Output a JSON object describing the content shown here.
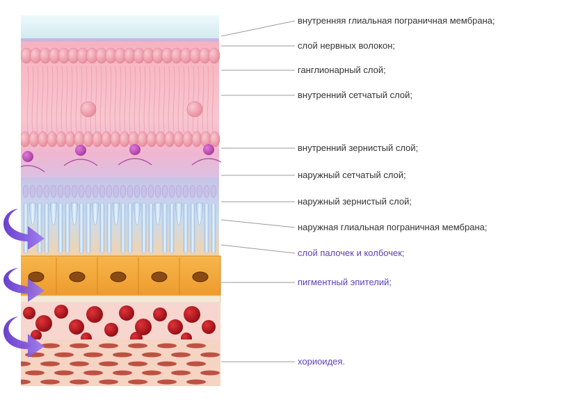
{
  "labels": [
    {
      "text": "внутренняя глиальная пограничная мембрана;",
      "accent": false
    },
    {
      "text": "слой нервных волокон;",
      "accent": false
    },
    {
      "text": "ганглионарный слой;",
      "accent": false
    },
    {
      "text": "внутренний сетчатый слой;",
      "accent": false
    },
    {
      "text": "внутренний зернистый слой;",
      "accent": false
    },
    {
      "text": "наружный сетчатый слой;",
      "accent": false
    },
    {
      "text": "наружный зернистый слой;",
      "accent": false
    },
    {
      "text": "наружная глиальная пограничная мембрана;",
      "accent": false
    },
    {
      "text": "слой палочек и колбочек;",
      "accent": true
    },
    {
      "text": "пигментный эпителий;",
      "accent": true
    },
    {
      "text": "хориоидея.",
      "accent": true
    }
  ],
  "colors": {
    "label_text": "#333333",
    "label_accent": "#5b3fb8",
    "leader_line": "#9a9a9a",
    "arrow": "#7b4fe0",
    "membrane": "#d4eef3",
    "nerve_layer": "#f6b9c3",
    "photoreceptor": "#b9d8ef",
    "pigment": "#f1a33a",
    "choroid_vessels": "#b3141b",
    "choroid_tissue": "#f4c4b4"
  }
}
